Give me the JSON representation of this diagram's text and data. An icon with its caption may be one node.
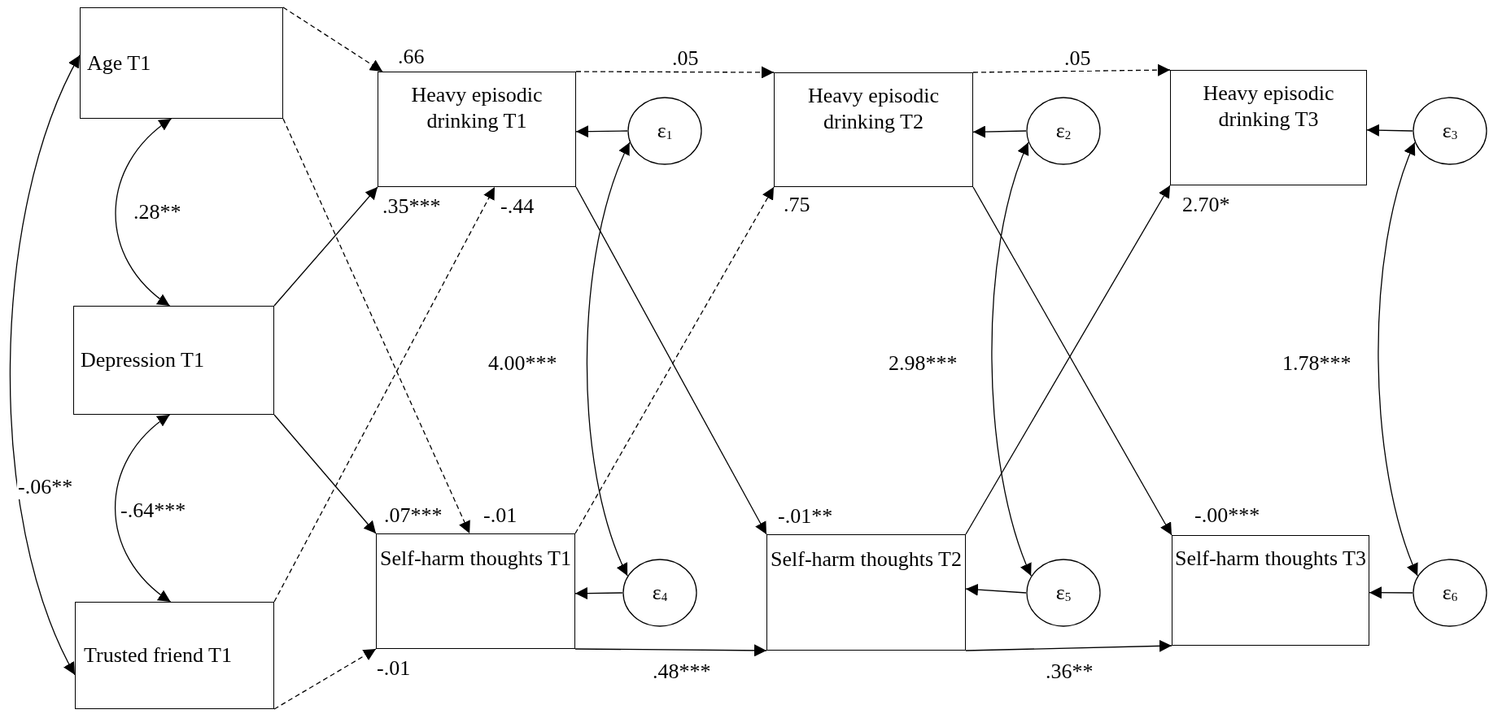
{
  "diagram": {
    "nodes": [
      {
        "text": [
          "Age T1"
        ]
      },
      {
        "text": [
          "Depression T1"
        ]
      },
      {
        "text": [
          "Trusted friend T1"
        ]
      },
      {
        "text": [
          "Heavy episodic drinking T1"
        ]
      },
      {
        "text": [
          "Heavy episodic drinking T2"
        ]
      },
      {
        "text": [
          "Heavy episodic drinking T3"
        ]
      },
      {
        "text": [
          "ε$_{1}$"
        ]
      },
      {
        "text": [
          "ε$_{2}$"
        ]
      },
      {
        "text": [
          "ε$_{3}$"
        ]
      },
      {
        "text": [
          "Self-harm thoughts T1"
        ]
      },
      {
        "text": [
          "Self-harm thoughts T2"
        ]
      },
      {
        "text": [
          "Self-harm thoughts T3"
        ]
      },
      {
        "text": [
          "ε$_{4}$"
        ]
      },
      {
        "text": [
          "ε$_{5}$"
        ]
      },
      {
        "text": [
          "ε$_{6}$"
        ]
      }
    ],
    "edges": [
      {
        "from": 0,
        "to": 3,
        "arrow": "to",
        "label": ".66",
        "style": "dashed"
      },
      {
        "from": 0,
        "to": 9,
        "arrow": "to",
        "label": "-.01",
        "style": "dashed"
      },
      {
        "from": 1,
        "to": 3,
        "arrow": "to",
        "label": ".35***"
      },
      {
        "from": 1,
        "to": 9,
        "arrow": "to",
        "label": ".07***"
      },
      {
        "from": 2,
        "to": 3,
        "arrow": "to",
        "label": "-.44",
        "style": "dashed"
      },
      {
        "from": 2,
        "to": 9,
        "arrow": "to",
        "label": "-.01",
        "style": "dashed"
      },
      {
        "from": 0,
        "to": 1,
        "arrow": "both",
        "label": ".28**"
      },
      {
        "from": 1,
        "to": 2,
        "arrow": "both",
        "label": "-.64***"
      },
      {
        "from": 0,
        "to": 2,
        "arrow": "both",
        "label": "-.06**"
      },
      {
        "from": 3,
        "to": 4,
        "arrow": "to",
        "label": ".05",
        "style": "dashed"
      },
      {
        "from": 4,
        "to": 5,
        "arrow": "to",
        "label": ".05",
        "style": "dashed"
      },
      {
        "from": 9,
        "to": 4,
        "arrow": "to",
        "label": ".75",
        "style": "dashed"
      },
      {
        "from": 3,
        "to": 10,
        "arrow": "to",
        "label": "-.01**"
      },
      {
        "from": 9,
        "to": 10,
        "arrow": "to",
        "label": ".48***"
      },
      {
        "from": 10,
        "to": 5,
        "arrow": "to",
        "label": "2.70*"
      },
      {
        "from": 4,
        "to": 11,
        "arrow": "to",
        "label": "-.00***"
      },
      {
        "from": 10,
        "to": 11,
        "arrow": "to",
        "label": ".36**"
      },
      {
        "from": 6,
        "to": 3,
        "arrow": "to"
      },
      {
        "from": 7,
        "to": 4,
        "arrow": "to"
      },
      {
        "from": 8,
        "to": 5,
        "arrow": "to"
      },
      {
        "from": 12,
        "to": 9,
        "arrow": "to"
      },
      {
        "from": 13,
        "to": 10,
        "arrow": "to"
      },
      {
        "from": 14,
        "to": 11,
        "arrow": "to"
      },
      {
        "from": 6,
        "to": 12,
        "arrow": "both",
        "label": "4.00***"
      },
      {
        "from": 7,
        "to": 13,
        "arrow": "both",
        "label": "2.98***"
      },
      {
        "from": 8,
        "to": 14,
        "arrow": "both",
        "label": "1.78***"
      }
    ]
  }
}
